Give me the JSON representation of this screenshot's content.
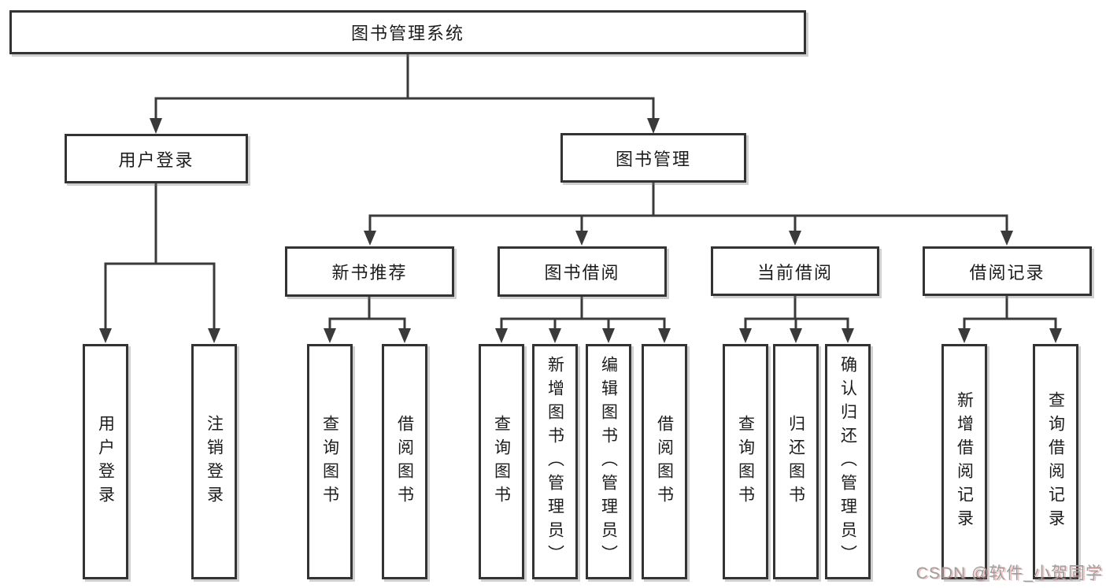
{
  "diagram": {
    "title": "图书管理系统",
    "tree": {
      "label": "图书管理系统",
      "children": [
        {
          "label": "用户登录",
          "children": [
            {
              "label": "用户登录"
            },
            {
              "label": "注销登录"
            }
          ]
        },
        {
          "label": "图书管理",
          "children": [
            {
              "label": "新书推荐",
              "children": [
                {
                  "label": "查询图书"
                },
                {
                  "label": "借阅图书"
                }
              ]
            },
            {
              "label": "图书借阅",
              "children": [
                {
                  "label": "查询图书"
                },
                {
                  "label": "新增图书（管理员）"
                },
                {
                  "label": "编辑图书（管理员）"
                },
                {
                  "label": "借阅图书"
                }
              ]
            },
            {
              "label": "当前借阅",
              "children": [
                {
                  "label": "查询图书"
                },
                {
                  "label": "归还图书"
                },
                {
                  "label": "确认归还（管理员）"
                }
              ]
            },
            {
              "label": "借阅记录",
              "children": [
                {
                  "label": "新增借阅记录"
                },
                {
                  "label": "查询借阅记录"
                }
              ]
            }
          ]
        }
      ]
    }
  },
  "watermark": {
    "text": "CSDN @软件_小贺同学"
  },
  "colors": {
    "box_border": "#333333",
    "connector": "#3a3a3a",
    "text": "#1c1c1c",
    "background": "#ffffff",
    "watermark": "#9e9e9e"
  }
}
